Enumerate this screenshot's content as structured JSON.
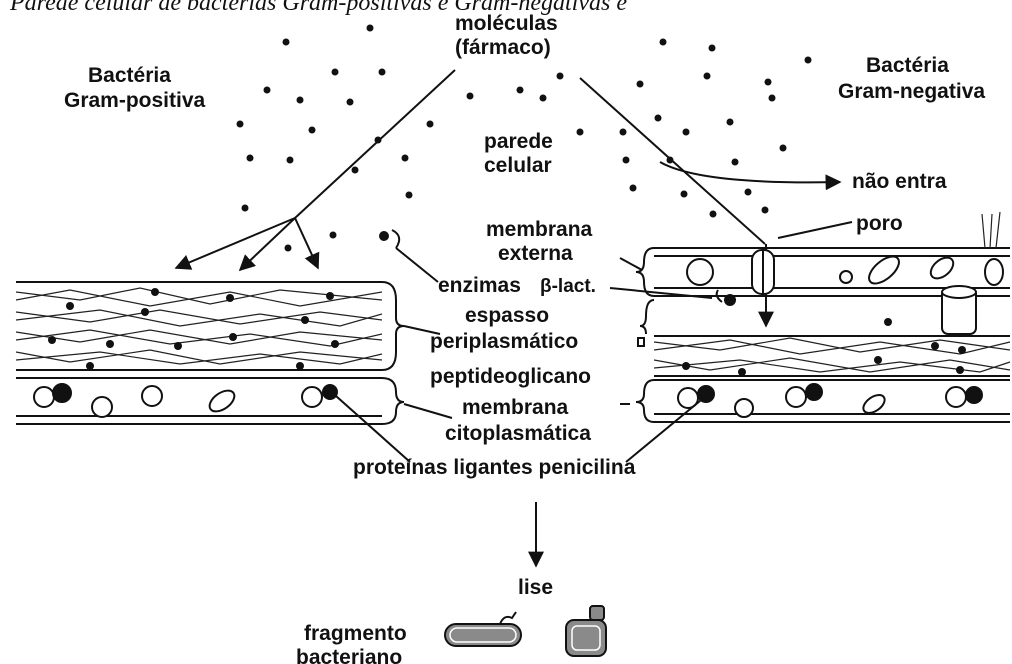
{
  "caption": "Parede celular de bactérias Gram-positivas e Gram-negativas e",
  "labels": {
    "molecules_line1": "moléculas",
    "molecules_line2": "(fármaco)",
    "gram_pos_line1": "Bactéria",
    "gram_pos_line2": "Gram-positiva",
    "gram_neg_line1": "Bactéria",
    "gram_neg_line2": "Gram-negativa",
    "cell_wall_line1": "parede",
    "cell_wall_line2": "celular",
    "no_entry": "não entra",
    "outer_membrane_line1": "membrana",
    "outer_membrane_line2": "externa",
    "pore": "poro",
    "enzymes": "enzimas",
    "beta_lact": "β-lact.",
    "periplasmic_line1": "espasso",
    "periplasmic_line2": "periplasmático",
    "peptidoglycan": "peptideoglicano",
    "cytoplasmic_line1": "membrana",
    "cytoplasmic_line2": "citoplasmática",
    "pbp": "proteínas ligantes penicilina",
    "lysis": "lise",
    "fragment_line1": "fragmento",
    "fragment_line2": "bacteriano"
  }
}
